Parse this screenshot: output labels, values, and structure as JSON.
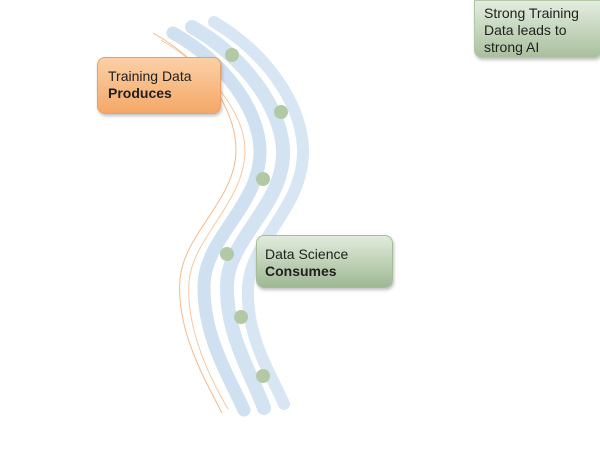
{
  "colors": {
    "stream": "#cfe0f0",
    "orange_line": "#f2b98a",
    "dot": "#b3c9a6",
    "produces_box": "#f4a868",
    "consumes_box": "#9fb893"
  },
  "produces": {
    "line1": "Training Data",
    "line2": "Produces"
  },
  "consumes": {
    "line1": "Data Science",
    "line2": "Consumes"
  },
  "strong": {
    "line1": "Strong Training",
    "line2": "Data leads to",
    "line3": "strong AI"
  }
}
